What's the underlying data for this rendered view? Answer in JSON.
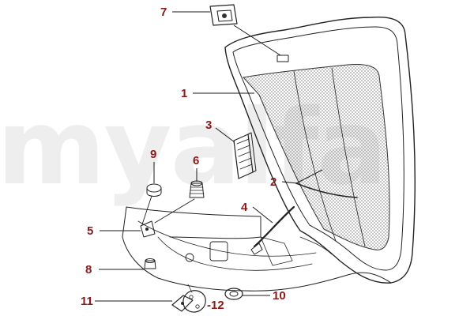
{
  "watermark": "myalfa",
  "callout_color": "#8b1a1a",
  "callouts": [
    {
      "id": "7",
      "label": "7"
    },
    {
      "id": "1",
      "label": "1"
    },
    {
      "id": "3",
      "label": "3"
    },
    {
      "id": "9",
      "label": "9"
    },
    {
      "id": "6",
      "label": "6"
    },
    {
      "id": "2",
      "label": "2"
    },
    {
      "id": "4",
      "label": "4"
    },
    {
      "id": "5",
      "label": "5"
    },
    {
      "id": "8",
      "label": "8"
    },
    {
      "id": "10",
      "label": "10"
    },
    {
      "id": "11",
      "label": "11"
    },
    {
      "id": "12",
      "label": "-12"
    }
  ],
  "parts": [
    {
      "callout": "1",
      "name": "bonnet-insulation-pad"
    },
    {
      "callout": "2",
      "name": "bonnet-strut-rod"
    },
    {
      "callout": "3",
      "name": "bonnet-vent-grille"
    },
    {
      "callout": "4",
      "name": "bonnet-hinge-arm"
    },
    {
      "callout": "5",
      "name": "hinge-bracket"
    },
    {
      "callout": "6",
      "name": "rubber-buffer-ribbed"
    },
    {
      "callout": "7",
      "name": "bonnet-lock-catch"
    },
    {
      "callout": "8",
      "name": "rubber-stop"
    },
    {
      "callout": "9",
      "name": "rubber-bump-stop"
    },
    {
      "callout": "10",
      "name": "grommet"
    },
    {
      "callout": "11",
      "name": "seal-plate"
    },
    {
      "callout": "12",
      "name": "gasket"
    }
  ]
}
